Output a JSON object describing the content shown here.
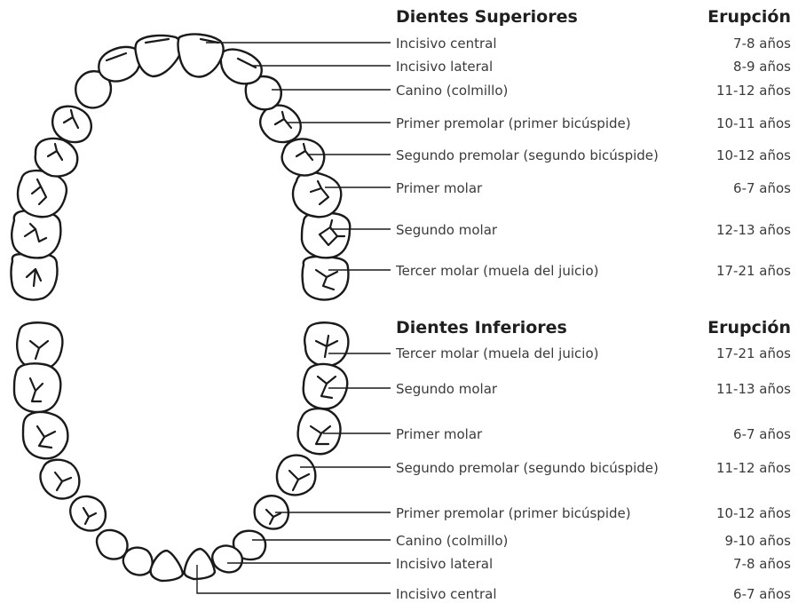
{
  "upper": {
    "heading": "Dientes Superiores",
    "eruption_heading": "Erupción",
    "teeth": [
      {
        "name": "Incisivo central",
        "age": "7-8 años"
      },
      {
        "name": "Incisivo lateral",
        "age": "8-9 años"
      },
      {
        "name": "Canino (colmillo)",
        "age": "11-12 años"
      },
      {
        "name": "Primer premolar (primer bicúspide)",
        "age": "10-11 años"
      },
      {
        "name": "Segundo premolar (segundo bicúspide)",
        "age": "10-12 años"
      },
      {
        "name": "Primer molar",
        "age": "6-7 años"
      },
      {
        "name": "Segundo molar",
        "age": "12-13 años"
      },
      {
        "name": "Tercer molar (muela del juicio)",
        "age": "17-21 años"
      }
    ]
  },
  "lower": {
    "heading": "Dientes Inferiores",
    "eruption_heading": "Erupción",
    "teeth": [
      {
        "name": "Tercer molar (muela del juicio)",
        "age": "17-21 años"
      },
      {
        "name": "Segundo molar",
        "age": "11-13 años"
      },
      {
        "name": "Primer molar",
        "age": "6-7 años"
      },
      {
        "name": "Segundo premolar (segundo bicúspide)",
        "age": "11-12 años"
      },
      {
        "name": "Primer premolar (primer bicúspide)",
        "age": "10-12 años"
      },
      {
        "name": "Canino (colmillo)",
        "age": "9-10 años"
      },
      {
        "name": "Incisivo lateral",
        "age": "7-8 años"
      },
      {
        "name": "Incisivo central",
        "age": "6-7 años"
      }
    ]
  }
}
